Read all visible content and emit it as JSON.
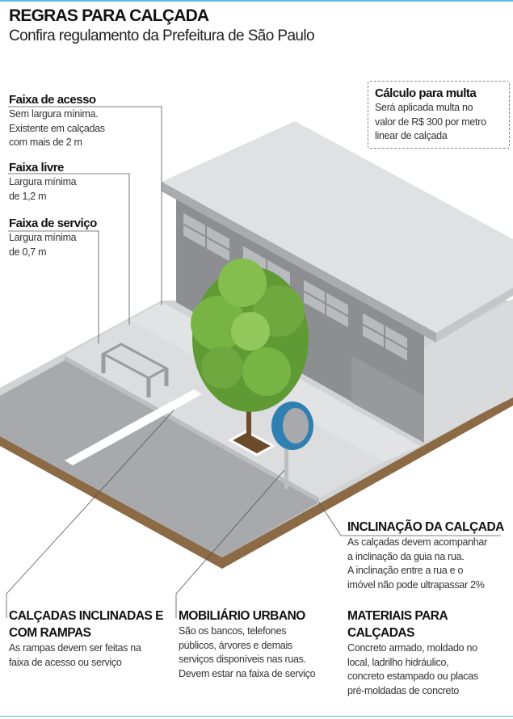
{
  "header": {
    "title": "REGRAS PARA CALÇADA",
    "subtitle": "Confira regulamento da Prefeitura de São Paulo"
  },
  "labels": {
    "faixa_acesso": {
      "title": "Faixa de acesso",
      "lines": [
        "Sem largura mínima.",
        "Existente em calçadas",
        "com mais de 2 m"
      ]
    },
    "faixa_livre": {
      "title": "Faixa livre",
      "lines": [
        "Largura mínima",
        "de 1,2 m"
      ]
    },
    "faixa_servico": {
      "title": "Faixa de serviço",
      "lines": [
        "Largura mínima",
        "de 0,7 m"
      ]
    },
    "calculo_multa": {
      "title": "Cálculo para multa",
      "lines": [
        "Será aplicada multa no",
        "valor de R$ 300 por metro",
        "linear de calçada"
      ]
    },
    "inclinacao": {
      "title": "INCLINAÇÃO DA CALÇADA",
      "lines": [
        "As calçadas devem acompanhar",
        "a inclinação da guia na rua.",
        "A inclinação entre a rua e o",
        "imóvel não pode ultrapassar 2%"
      ]
    },
    "rampas": {
      "title_lines": [
        "CALÇADAS INCLINADAS E",
        "COM RAMPAS"
      ],
      "lines": [
        "As rampas devem ser feitas na",
        "faixa de acesso ou serviço"
      ]
    },
    "mobiliario": {
      "title": "MOBILIÁRIO URBANO",
      "lines": [
        "São os bancos, telefones",
        "públicos, árvores e demais",
        "serviços disponíveis nas ruas.",
        "Devem estar na faixa de serviço"
      ]
    },
    "materiais": {
      "title_lines": [
        "MATERIAIS PARA",
        "CALÇADAS"
      ],
      "lines": [
        "Concreto armado, moldado no",
        "local, ladrilho hidráulico,",
        "concreto estampado ou placas",
        "pré-moldadas de concreto"
      ]
    }
  },
  "colors": {
    "accent_rule": "#5bc0e8",
    "street": "#a7a9ac",
    "sidewalk": "#d1d3d4",
    "building_front": "#8c8e91",
    "earth": "#8b6a45",
    "tree": "#6aa83a",
    "sign": "#2f7fb0"
  }
}
